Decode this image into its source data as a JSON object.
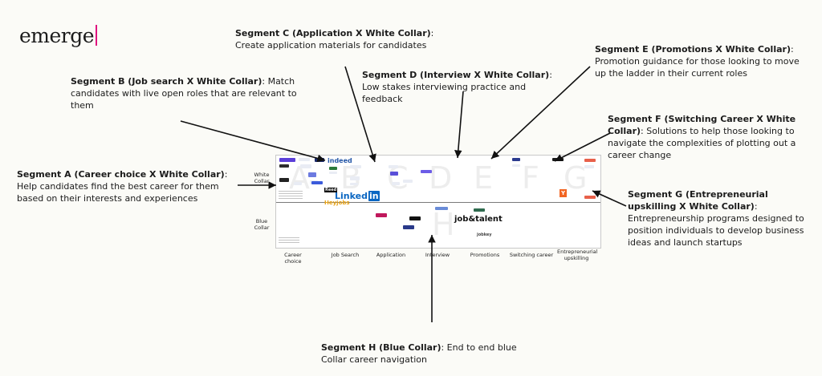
{
  "brand": "emerge",
  "segments": {
    "a": {
      "title": "Segment A (Career choice X White Collar)",
      "desc": ": Help candidates find the best career for them based on their interests and experiences"
    },
    "b": {
      "title": "Segment B (Job search X White Collar)",
      "desc": ": Match candidates with live open roles that are relevant to them"
    },
    "c": {
      "title": "Segment C (Application X White Collar)",
      "desc": ": Create application materials for candidates"
    },
    "d": {
      "title": "Segment D (Interview X White Collar)",
      "desc": ": Low stakes interviewing practice and feedback"
    },
    "e": {
      "title": "Segment E (Promotions X White Collar)",
      "desc": ": Promotion guidance for those looking to move up the ladder in their current roles"
    },
    "f": {
      "title": "Segment F (Switching Career X White Collar)",
      "desc": ": Solutions to help those looking to navigate the complexities of plotting out a career change"
    },
    "g": {
      "title": "Segment G (Entrepreneurial upskilling X White Collar)",
      "desc": ": Entrepreneurship programs designed to position individuals to develop business ideas and launch startups"
    },
    "h": {
      "title": "Segment H (Blue Collar)",
      "desc": ": End to end blue Collar career navigation"
    }
  },
  "chart": {
    "rows": [
      "White Collar",
      "Blue Collar"
    ],
    "columns": [
      "Career choice",
      "Job Search",
      "Application",
      "Interview",
      "Promotions",
      "Switching career",
      "Entrepreneurial upskilling"
    ],
    "ghost_letters": [
      "A",
      "B",
      "C",
      "D",
      "E",
      "F",
      "G",
      "H"
    ],
    "logos": {
      "indeed": "indeed",
      "linkedin": "Linked",
      "linkedin_in": "in",
      "heyjobs": "Heyjobs",
      "jobtalent": "job&talent",
      "jobkey": "jobkey",
      "reed": "Reed",
      "yc": "Y"
    }
  }
}
